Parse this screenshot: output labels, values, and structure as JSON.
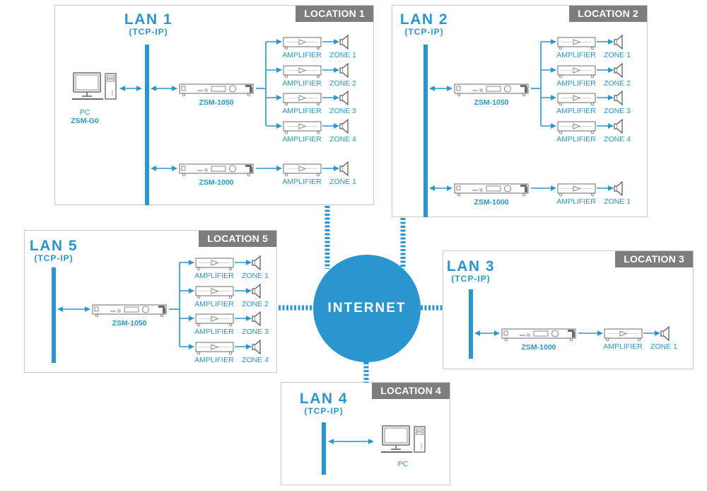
{
  "colors": {
    "accent": "#2a96cf",
    "location_tag": "#7d7d7d",
    "border": "#c9c9c9",
    "device_stroke": "#6b6b6b"
  },
  "internet": {
    "label": "INTERNET"
  },
  "locations": [
    {
      "id": "location-1",
      "tag": "LOCATION 1",
      "lan": "LAN 1",
      "protocol": "(TCP-IP)",
      "pc": {
        "label": "PC",
        "model": "ZSM-G0"
      },
      "controllers": [
        {
          "model": "ZSM-1050",
          "outputs": [
            {
              "amp": "AMPLIFIER",
              "zone": "ZONE 1"
            },
            {
              "amp": "AMPLIFIER",
              "zone": "ZONE 2"
            },
            {
              "amp": "AMPLIFIER",
              "zone": "ZONE 3"
            },
            {
              "amp": "AMPLIFIER",
              "zone": "ZONE 4"
            }
          ]
        },
        {
          "model": "ZSM-1000",
          "outputs": [
            {
              "amp": "AMPLIFIER",
              "zone": "ZONE 1"
            }
          ]
        }
      ]
    },
    {
      "id": "location-2",
      "tag": "LOCATION 2",
      "lan": "LAN 2",
      "protocol": "(TCP-IP)",
      "controllers": [
        {
          "model": "ZSM-1050",
          "outputs": [
            {
              "amp": "AMPLIFIER",
              "zone": "ZONE 1"
            },
            {
              "amp": "AMPLIFIER",
              "zone": "ZONE 2"
            },
            {
              "amp": "AMPLIFIER",
              "zone": "ZONE 3"
            },
            {
              "amp": "AMPLIFIER",
              "zone": "ZONE 4"
            }
          ]
        },
        {
          "model": "ZSM-1000",
          "outputs": [
            {
              "amp": "AMPLIFIER",
              "zone": "ZONE 1"
            }
          ]
        }
      ]
    },
    {
      "id": "location-3",
      "tag": "LOCATION 3",
      "lan": "LAN 3",
      "protocol": "(TCP-IP)",
      "controllers": [
        {
          "model": "ZSM-1000",
          "outputs": [
            {
              "amp": "AMPLIFIER",
              "zone": "ZONE 1"
            }
          ]
        }
      ]
    },
    {
      "id": "location-4",
      "tag": "LOCATION 4",
      "lan": "LAN 4",
      "protocol": "(TCP-IP)",
      "pc": {
        "label": "PC"
      }
    },
    {
      "id": "location-5",
      "tag": "LOCATION 5",
      "lan": "LAN 5",
      "protocol": "(TCP-IP)",
      "controllers": [
        {
          "model": "ZSM-1050",
          "outputs": [
            {
              "amp": "AMPLIFIER",
              "zone": "ZONE 1"
            },
            {
              "amp": "AMPLIFIER",
              "zone": "ZONE 2"
            },
            {
              "amp": "AMPLIFIER",
              "zone": "ZONE 3"
            },
            {
              "amp": "AMPLIFIER",
              "zone": "ZONE 4"
            }
          ]
        }
      ]
    }
  ]
}
